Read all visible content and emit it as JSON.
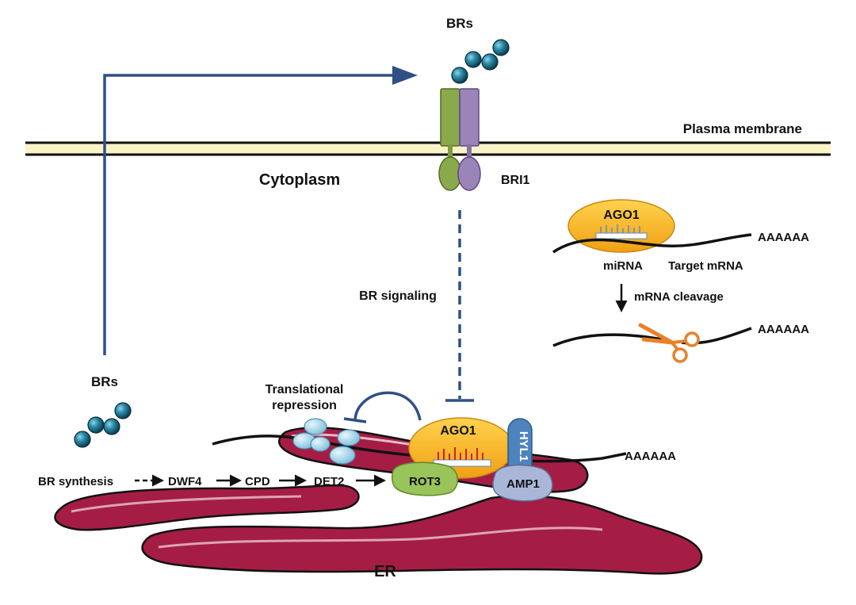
{
  "labels": {
    "brs_top": "BRs",
    "plasma_membrane": "Plasma membrane",
    "cytoplasm": "Cytoplasm",
    "bri1": "BRI1",
    "br_signaling": "BR signaling",
    "brs_left": "BRs",
    "translational_repression_1": "Translational",
    "translational_repression_2": "repression",
    "er": "ER"
  },
  "mirna_panel": {
    "ago1": "AGO1",
    "polya_1": "AAAAAA",
    "mirna": "miRNA",
    "target_mrna": "Target mRNA",
    "mrna_cleavage": "mRNA cleavage",
    "polya_2": "AAAAAA"
  },
  "er_complex": {
    "ago1": "AGO1",
    "hyl1": "HYL1",
    "amp1": "AMP1",
    "rot3": "ROT3",
    "polya": "AAAAAA"
  },
  "pathway": {
    "steps": [
      "BR synthesis",
      "DWF4",
      "CPD",
      "DET2"
    ]
  },
  "colors": {
    "arrow_blue": "#2f4f86",
    "membrane_fill": "#fbf3c8",
    "bri1_green": "#7d9a3f",
    "bri1_purple": "#8870a8",
    "ago1_orange": "#f2a71b",
    "er_red": "#a51d44",
    "molecule_teal": "#1d6e86",
    "ribosome_blue": "#9fd0e6",
    "rot3_green": "#98c45a",
    "amp1_lavender": "#a9b6d8",
    "hyl1_blue": "#4d84bd",
    "scissors_orange": "#e9802a"
  }
}
